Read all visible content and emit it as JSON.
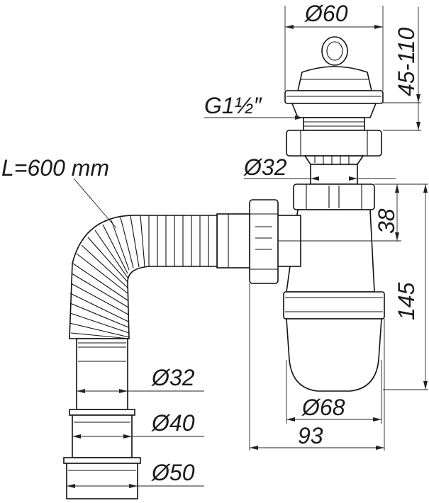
{
  "labels": {
    "top_diameter": "Ø60",
    "height_range": "45-110",
    "thread": "G1½″",
    "length": "L=600 mm",
    "inlet_diameter": "Ø32",
    "bottle_offset": "38",
    "bottle_height": "145",
    "outlet_d32": "Ø32",
    "outlet_d40": "Ø40",
    "outlet_d50": "Ø50",
    "bottle_diameter": "Ø68",
    "total_width": "93"
  },
  "colors": {
    "line": "#111111",
    "text": "#1a1a1a",
    "background": "#ffffff"
  }
}
